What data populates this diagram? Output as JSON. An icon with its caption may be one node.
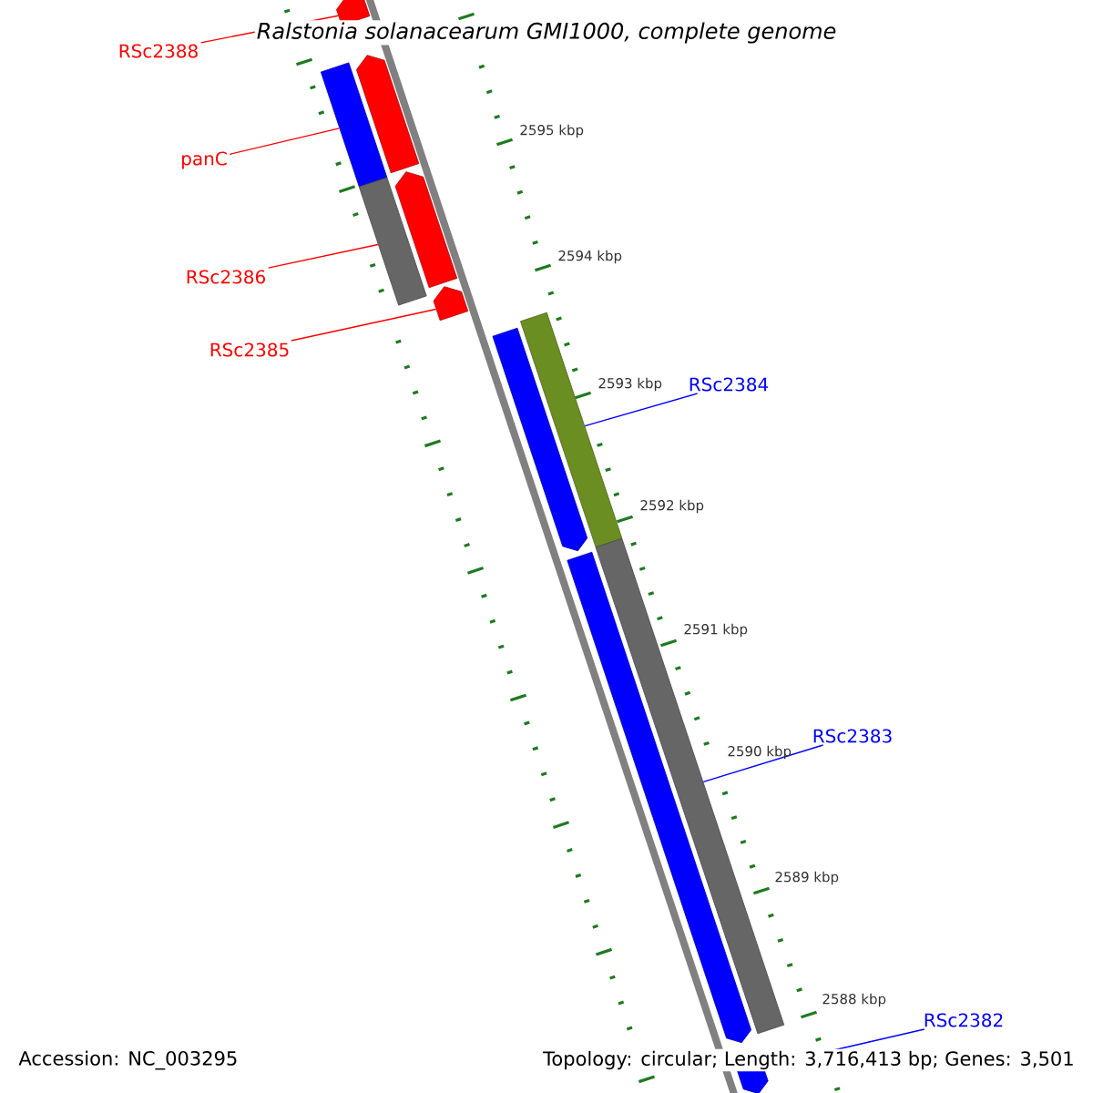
{
  "diagram": {
    "title": "Ralstonia solanacearum GMI1000, complete genome",
    "nodes": [
      {
        "text": [
          "RSc2388"
        ]
      },
      {
        "text": [
          "panC"
        ]
      },
      {
        "text": [
          "RSc2386"
        ]
      },
      {
        "text": [
          "RSc2385"
        ]
      },
      {
        "text": [
          "RSc2384"
        ]
      },
      {
        "text": [
          "RSc2383"
        ]
      },
      {
        "text": [
          "RSc2382"
        ]
      },
      {
        "text": [],
        "shape": "bar"
      },
      {
        "text": [],
        "shape": "bar"
      },
      {
        "text": [],
        "shape": "bar"
      },
      {
        "text": [],
        "shape": "bar"
      },
      {
        "text": [],
        "shape": "bar"
      },
      {
        "text": [],
        "shape": "bar"
      },
      {
        "text": [],
        "shape": "bar"
      },
      {
        "text": [],
        "shape": "bar"
      },
      {
        "text": [],
        "shape": "bar"
      },
      {
        "text": [],
        "shape": "bar"
      },
      {
        "text": [],
        "shape": "bar"
      }
    ],
    "edges": [
      {
        "from": 0,
        "to": 7,
        "arrow": "none",
        "color": "#ff0000"
      },
      {
        "from": 1,
        "to": 8,
        "arrow": "none",
        "color": "#ff0000"
      },
      {
        "from": 2,
        "to": 10,
        "arrow": "none",
        "color": "#ff0000"
      },
      {
        "from": 3,
        "to": 12,
        "arrow": "none",
        "color": "#ff0000"
      },
      {
        "from": 4,
        "to": 14,
        "arrow": "none",
        "color": "#0000ff"
      },
      {
        "from": 5,
        "to": 16,
        "arrow": "none",
        "color": "#0000ff"
      },
      {
        "from": 6,
        "to": 17,
        "arrow": "none",
        "color": "#0000ff"
      }
    ],
    "labels": [
      "2595 kbp",
      "2594 kbp",
      "2593 kbp",
      "2592 kbp",
      "2591 kbp",
      "2590 kbp",
      "2589 kbp",
      "2588 kbp",
      "Accession: NC_003295",
      "Topology: circular; Length: 3,716,413 bp; Genes: 3,501"
    ]
  }
}
